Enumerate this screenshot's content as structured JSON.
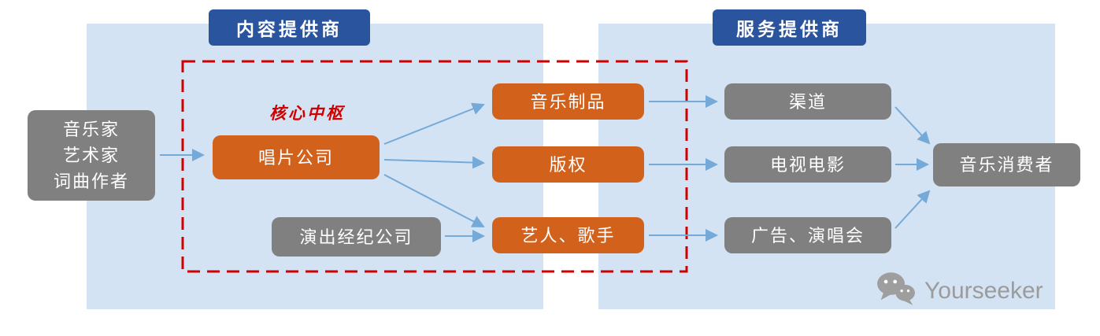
{
  "headers": {
    "content_provider": "内容提供商",
    "service_provider": "服务提供商"
  },
  "core_hub_label": "核心中枢",
  "nodes": {
    "creators_lines": [
      "音乐家",
      "艺术家",
      "词曲作者"
    ],
    "record_company": "唱片公司",
    "performance_agency": "演出经纪公司",
    "music_products": "音乐制品",
    "copyright": "版权",
    "artists_singers": "艺人、歌手",
    "channels": "渠道",
    "tv_movies": "电视电影",
    "ads_concerts": "广告、演唱会",
    "music_consumers": "音乐消费者"
  },
  "watermark": {
    "brand": "Yourseeker"
  },
  "colors": {
    "panel_bg": "#d3e3f3",
    "header_bg": "#2a549e",
    "orange_node": "#d2611c",
    "gray_node": "#808080",
    "core_border_red": "#cf0000",
    "arrow": "#74a9d8",
    "watermark_gray": "#9b9b9b"
  }
}
